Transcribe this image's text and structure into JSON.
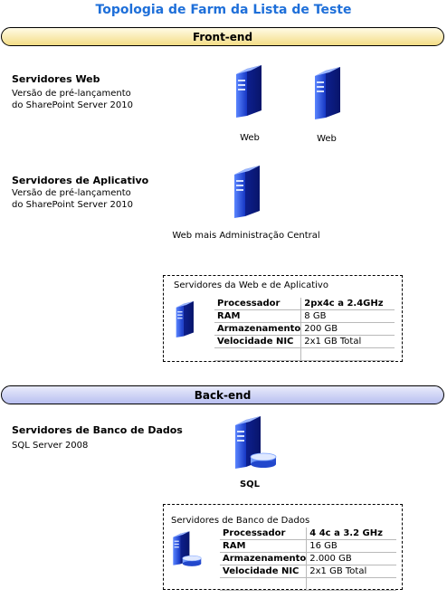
{
  "title": "Topologia de Farm da Lista de Teste",
  "bands": {
    "front": "Front-end",
    "back": "Back-end"
  },
  "web_servers": {
    "title": "Servidores Web",
    "subtitle_line1": "Versão de pré-lançamento",
    "subtitle_line2": "do SharePoint Server 2010",
    "captions": [
      "Web",
      "Web"
    ]
  },
  "app_servers": {
    "title": "Servidores de Aplicativo",
    "subtitle_line1": "Versão de pré-lançamento",
    "subtitle_line2": "do SharePoint Server 2010",
    "caption": "Web mais Administração Central"
  },
  "web_app_specs": {
    "title": "Servidores da Web e de Aplicativo",
    "rows": [
      {
        "key": "Processador",
        "value": "2px4c a 2.4GHz"
      },
      {
        "key": "RAM",
        "value": "8 GB"
      },
      {
        "key": "Armazenamento",
        "value": "200 GB"
      },
      {
        "key": "Velocidade NIC",
        "value": "2x1 GB Total"
      },
      {
        "key": "",
        "value": ""
      }
    ]
  },
  "db_servers": {
    "title": "Servidores de Banco de Dados",
    "subtitle": "SQL Server 2008",
    "caption": "SQL"
  },
  "db_specs": {
    "title": "Servidores de Banco de Dados",
    "rows": [
      {
        "key": "Processador",
        "value": "4 4c a 3.2 GHz"
      },
      {
        "key": "RAM",
        "value": "16 GB"
      },
      {
        "key": "Armazenamento",
        "value": "2.000 GB"
      },
      {
        "key": "Velocidade NIC",
        "value": "2x1 GB Total"
      },
      {
        "key": "",
        "value": ""
      }
    ]
  },
  "colors": {
    "title": "#1e6fd9",
    "server_blue": "#1a3fd6",
    "front_band": "#f4dd86",
    "back_band": "#b8bff0"
  },
  "icons": [
    "server-icon",
    "database-server-icon"
  ]
}
